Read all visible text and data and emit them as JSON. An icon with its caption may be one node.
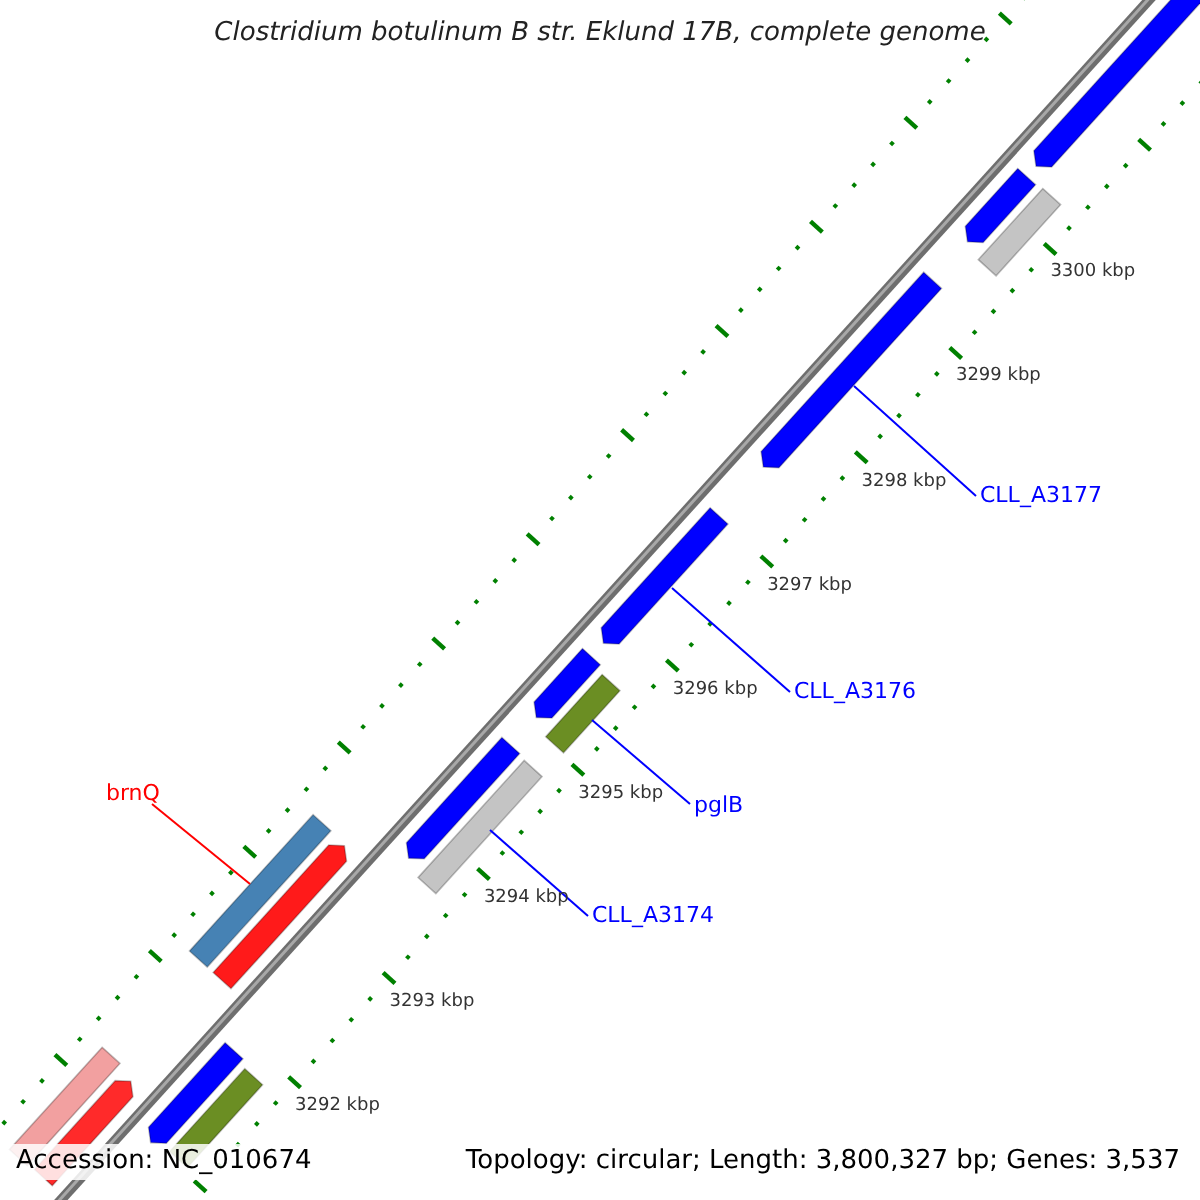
{
  "diagram": {
    "title": "Clostridium botulinum B str. Eklund 17B, complete genome",
    "nodes": [
      {
        "text": [
          "brnQ"
        ]
      },
      {
        "text": [],
        "shape": "bar"
      },
      {
        "text": [
          "CLL_A3177"
        ]
      },
      {
        "text": [],
        "shape": "arrow"
      },
      {
        "text": [
          "CLL_A3176"
        ]
      },
      {
        "text": [],
        "shape": "arrow"
      },
      {
        "text": [
          "pglB"
        ]
      },
      {
        "text": [],
        "shape": "bar"
      },
      {
        "text": [
          "CLL_A3174"
        ]
      },
      {
        "text": [],
        "shape": "bar"
      },
      {
        "text": [],
        "shape": "arrow"
      },
      {
        "text": [],
        "shape": "arrow"
      },
      {
        "text": [],
        "shape": "arrow"
      },
      {
        "text": [],
        "shape": "arrow"
      },
      {
        "text": [],
        "shape": "bar"
      },
      {
        "text": [],
        "shape": "bar"
      },
      {
        "text": [],
        "shape": "arrow"
      },
      {
        "text": [],
        "shape": "bar"
      },
      {
        "text": [],
        "shape": "arrow"
      },
      {
        "text": [],
        "shape": "arrow"
      }
    ],
    "edges": [
      {
        "from": 0,
        "to": 1,
        "arrow": "none",
        "color": "#ff0000"
      },
      {
        "from": 2,
        "to": 3,
        "arrow": "none"
      },
      {
        "from": 4,
        "to": 5,
        "arrow": "none"
      },
      {
        "from": 6,
        "to": 7,
        "arrow": "none"
      },
      {
        "from": 8,
        "to": 9,
        "arrow": "none"
      }
    ],
    "labels": [
      "3300 kbp",
      "3299 kbp",
      "3298 kbp",
      "3297 kbp",
      "3296 kbp",
      "3295 kbp",
      "3294 kbp",
      "3293 kbp",
      "3292 kbp",
      "Accession: NC_010674",
      "Topology: circular; Length: 3,800,327 bp; Genes: 3,537"
    ]
  }
}
